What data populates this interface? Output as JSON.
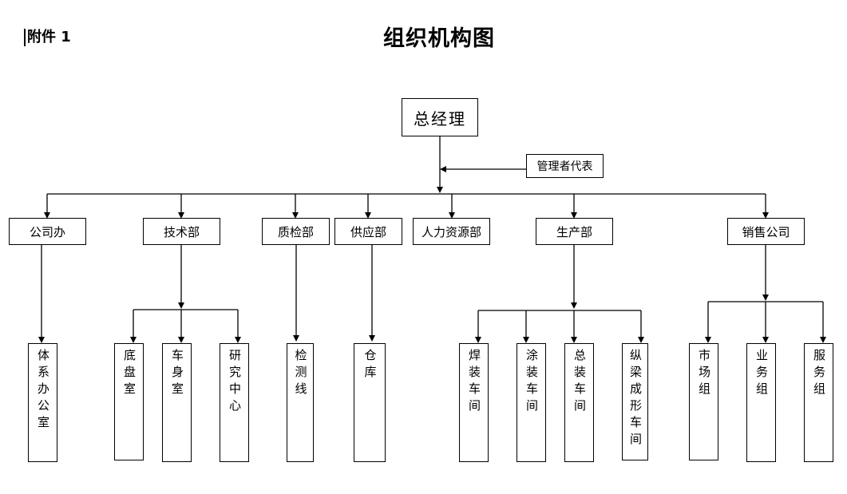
{
  "header": {
    "attachment": "附件 1",
    "title": "组织机构图"
  },
  "general_manager": "总经理",
  "management_rep": "管理者代表",
  "departments": [
    {
      "label": "公司办",
      "units": [
        "体系办公室"
      ]
    },
    {
      "label": "技术部",
      "units": [
        "底盘室",
        "车身室",
        "研究中心"
      ]
    },
    {
      "label": "质检部",
      "units": [
        "检测线"
      ]
    },
    {
      "label": "供应部",
      "units": [
        "仓库"
      ]
    },
    {
      "label": "人力资源部",
      "units": []
    },
    {
      "label": "生产部",
      "units": [
        "焊装车间",
        "涂装车间",
        "总装车间",
        "纵梁成形车间"
      ]
    },
    {
      "label": "销售公司",
      "units": [
        "市场组",
        "业务组",
        "服务组"
      ]
    }
  ]
}
